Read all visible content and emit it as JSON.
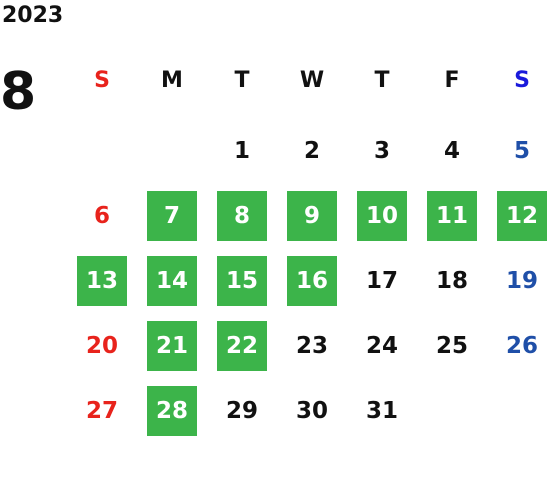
{
  "header": {
    "year": "2023",
    "month": "8"
  },
  "weekdays": [
    {
      "label": "S",
      "color": "#e8231c"
    },
    {
      "label": "M",
      "color": "#111111"
    },
    {
      "label": "T",
      "color": "#111111"
    },
    {
      "label": "W",
      "color": "#111111"
    },
    {
      "label": "T",
      "color": "#111111"
    },
    {
      "label": "F",
      "color": "#111111"
    },
    {
      "label": "S",
      "color": "#1a1adb"
    }
  ],
  "colors": {
    "sunday": "#e8231c",
    "saturday": "#1f4fa8",
    "weekday": "#111111",
    "highlight_bg": "#3cb44a",
    "highlight_text": "#ffffff"
  },
  "first_weekday_index": 2,
  "days": [
    {
      "label": "1",
      "highlighted": false
    },
    {
      "label": "2",
      "highlighted": false
    },
    {
      "label": "3",
      "highlighted": false
    },
    {
      "label": "4",
      "highlighted": false
    },
    {
      "label": "5",
      "highlighted": false
    },
    {
      "label": "6",
      "highlighted": false
    },
    {
      "label": "7",
      "highlighted": true
    },
    {
      "label": "8",
      "highlighted": true
    },
    {
      "label": "9",
      "highlighted": true
    },
    {
      "label": "10",
      "highlighted": true
    },
    {
      "label": "11",
      "highlighted": true
    },
    {
      "label": "12",
      "highlighted": true
    },
    {
      "label": "13",
      "highlighted": true
    },
    {
      "label": "14",
      "highlighted": true
    },
    {
      "label": "15",
      "highlighted": true
    },
    {
      "label": "16",
      "highlighted": true
    },
    {
      "label": "17",
      "highlighted": false
    },
    {
      "label": "18",
      "highlighted": false
    },
    {
      "label": "19",
      "highlighted": false
    },
    {
      "label": "20",
      "highlighted": false
    },
    {
      "label": "21",
      "highlighted": true
    },
    {
      "label": "22",
      "highlighted": true
    },
    {
      "label": "23",
      "highlighted": false
    },
    {
      "label": "24",
      "highlighted": false
    },
    {
      "label": "25",
      "highlighted": false
    },
    {
      "label": "26",
      "highlighted": false
    },
    {
      "label": "27",
      "highlighted": false
    },
    {
      "label": "28",
      "highlighted": true
    },
    {
      "label": "29",
      "highlighted": false
    },
    {
      "label": "30",
      "highlighted": false
    },
    {
      "label": "31",
      "highlighted": false
    }
  ]
}
